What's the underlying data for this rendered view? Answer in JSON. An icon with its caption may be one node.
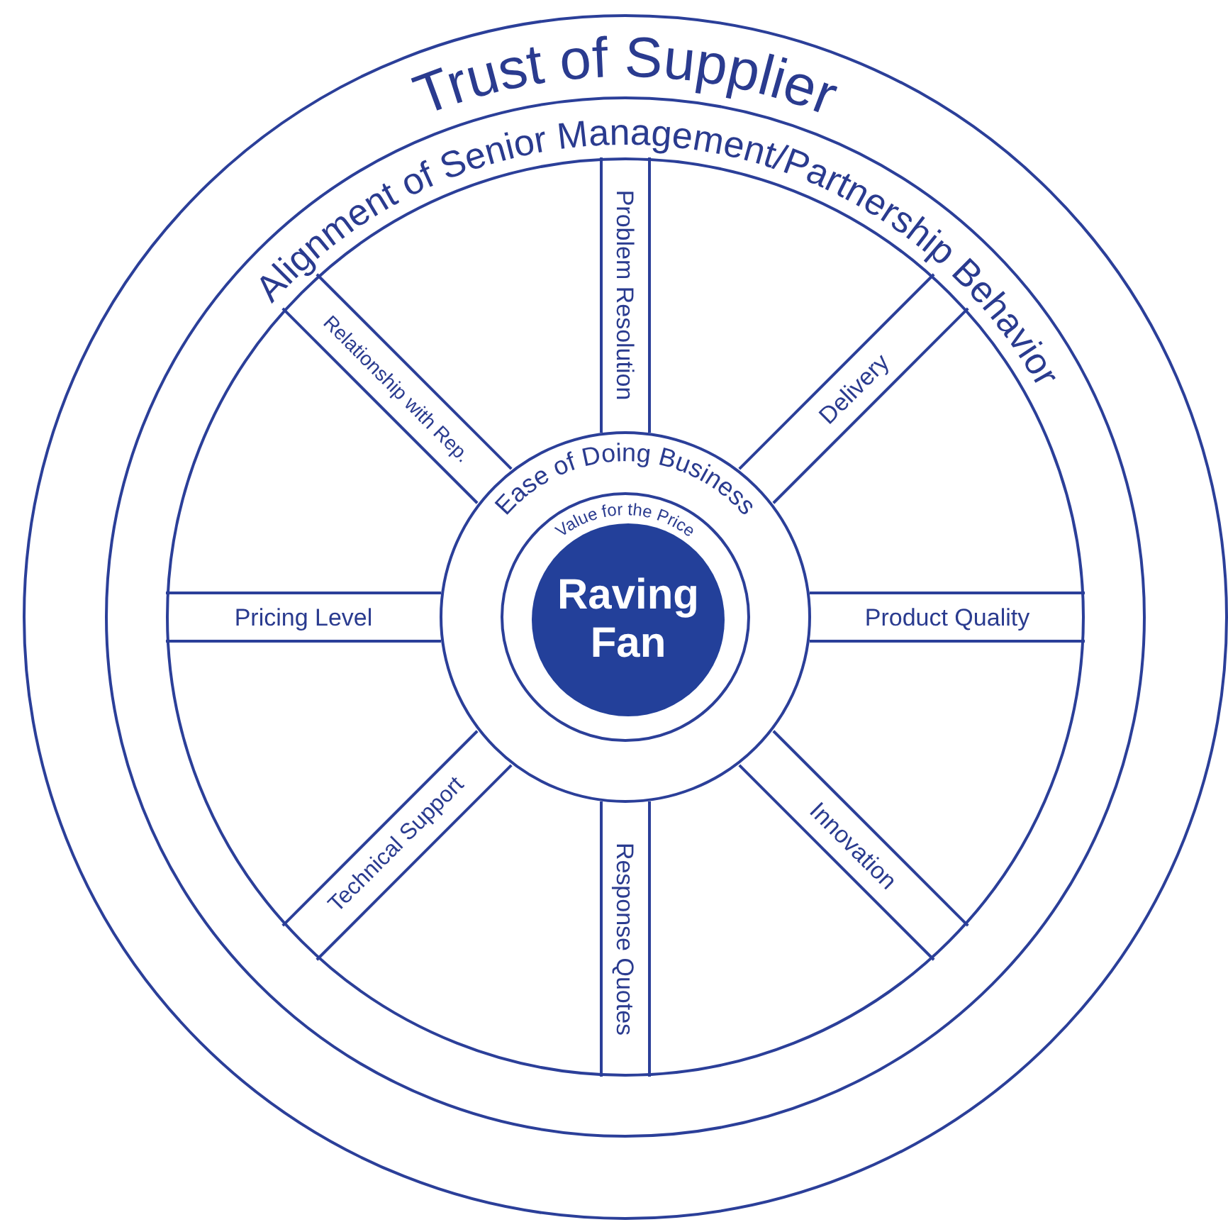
{
  "diagram": {
    "nodes": [
      {
        "text": [
          "Trust of Supplier"
        ]
      },
      {
        "text": [
          "Alignment of Senior Management/Partnership Behavior"
        ],
        "in": 0
      },
      {
        "text": [
          "Problem Resolution"
        ],
        "in": 1
      },
      {
        "text": [
          "Delivery"
        ],
        "in": 1
      },
      {
        "text": [
          "Product Quality"
        ],
        "in": 1
      },
      {
        "text": [
          "Innovation"
        ],
        "in": 1
      },
      {
        "text": [
          "Response Quotes"
        ],
        "in": 1
      },
      {
        "text": [
          "Technical Support"
        ],
        "in": 1
      },
      {
        "text": [
          "Pricing Level"
        ],
        "in": 1
      },
      {
        "text": [
          "Relationship with Rep."
        ],
        "in": 1
      },
      {
        "text": [
          "Ease of Doing Business"
        ],
        "in": 1
      },
      {
        "text": [
          "Value for the Price"
        ],
        "in": 10
      },
      {
        "text": [
          "Raving Fan"
        ],
        "in": 11
      }
    ]
  }
}
